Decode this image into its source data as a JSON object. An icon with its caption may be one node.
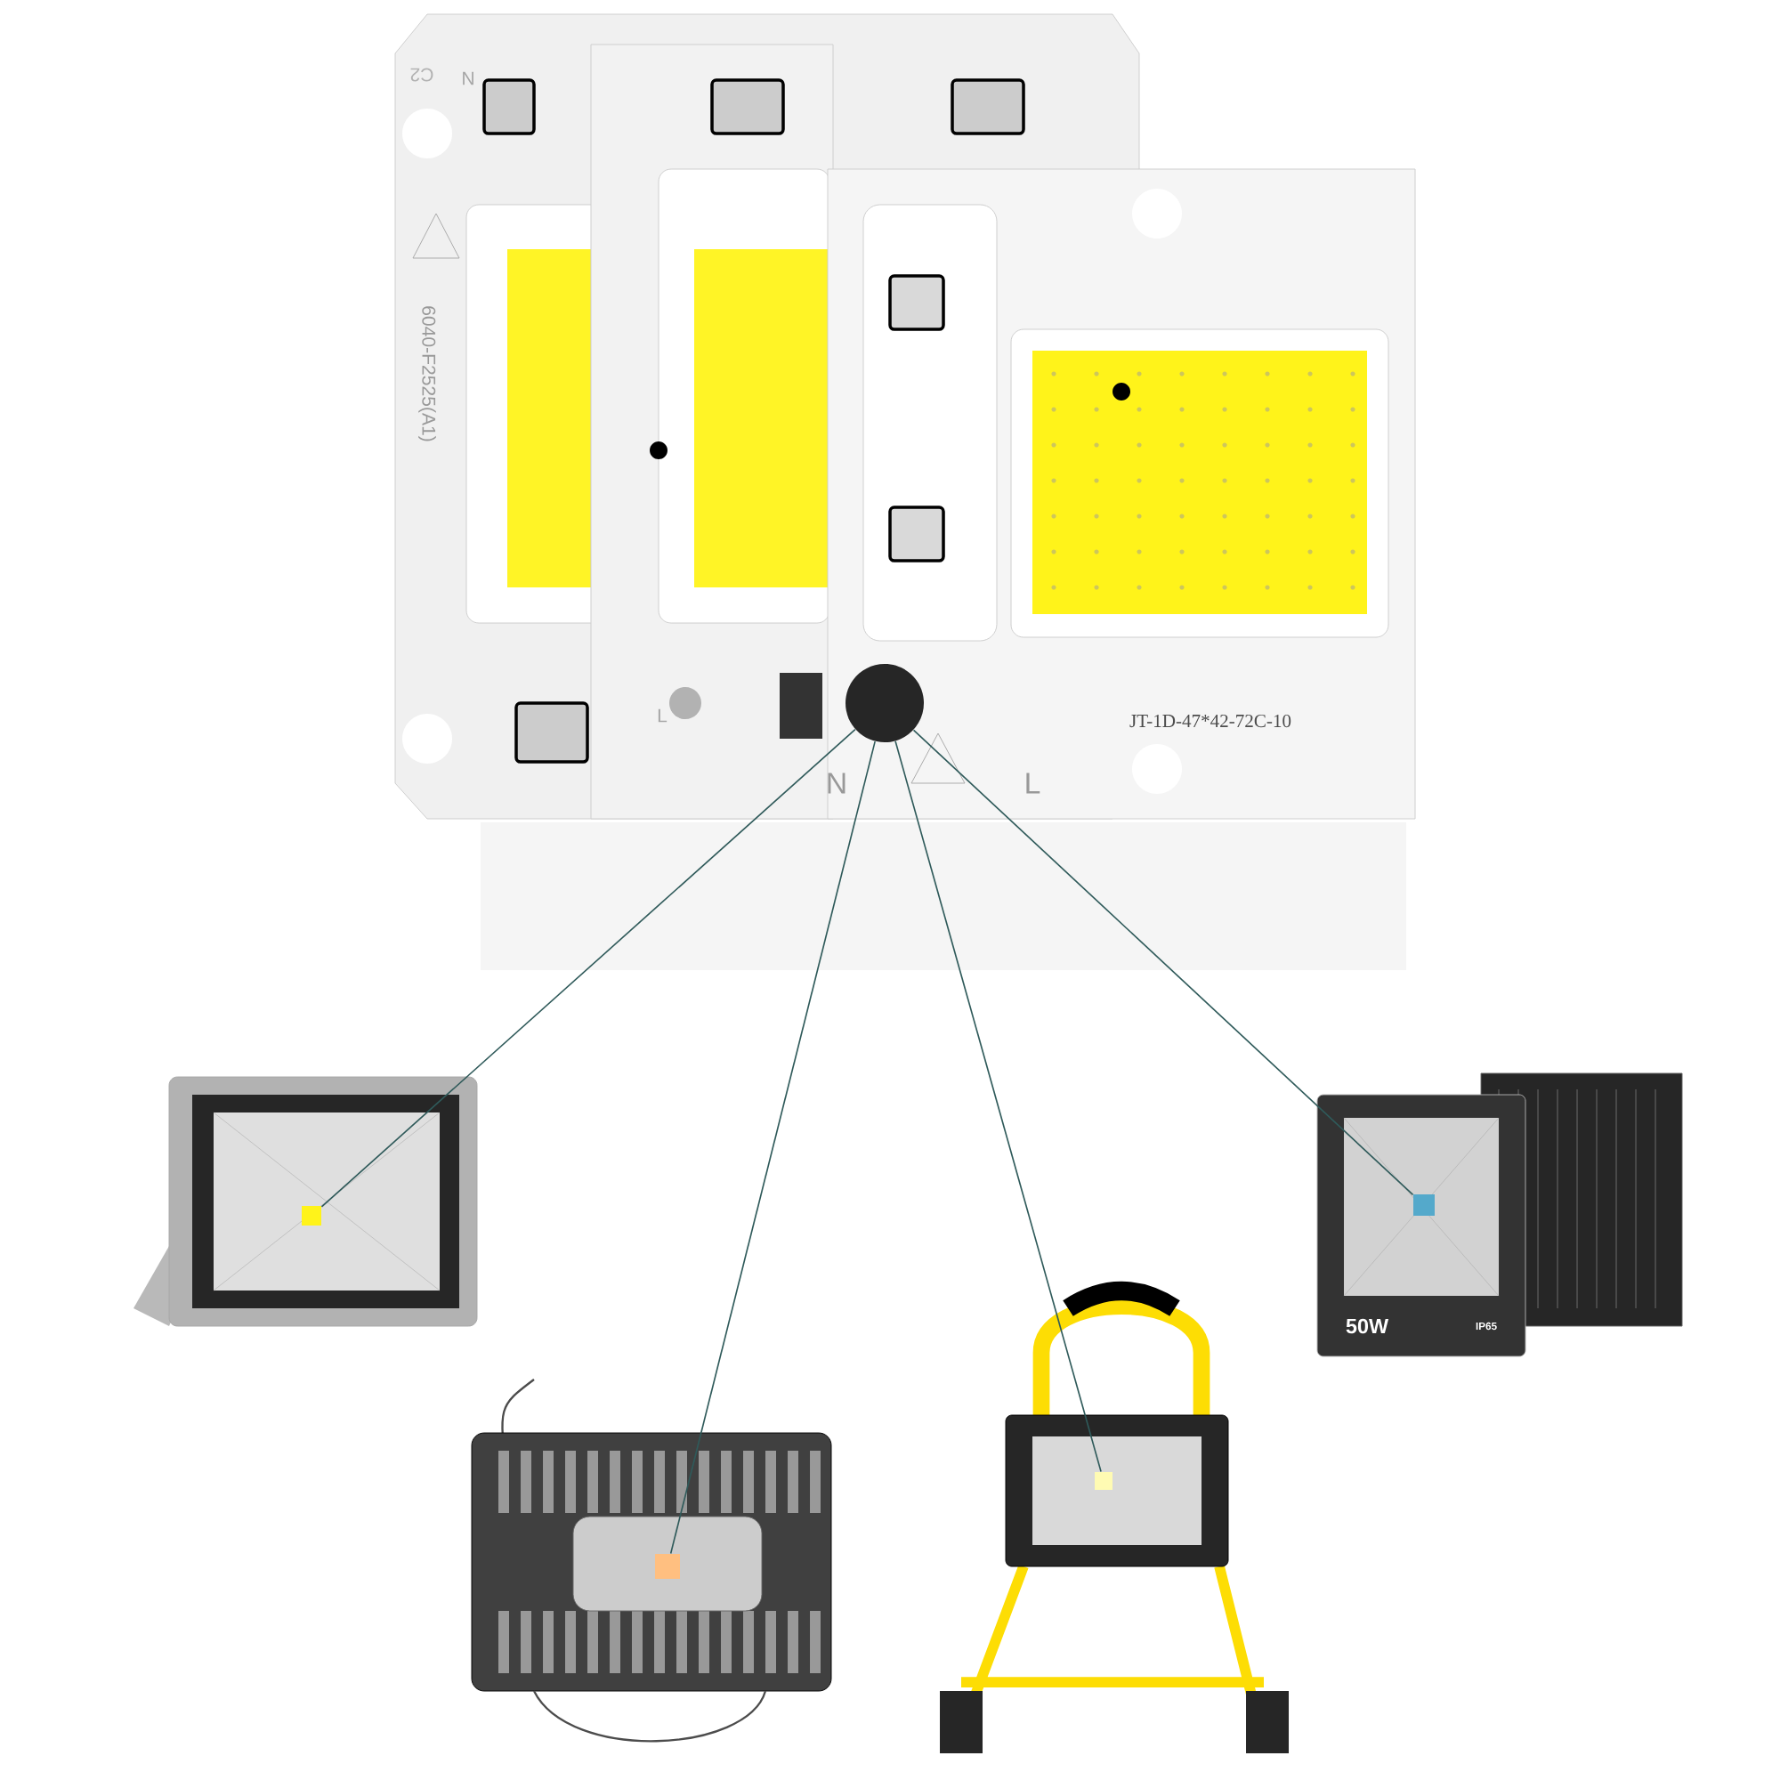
{
  "diagram": {
    "nodes": [
      {
        "text": [],
        "shape": "circle"
      },
      {
        "text": [],
        "shape": "box"
      },
      {
        "text": [],
        "shape": "box"
      },
      {
        "text": [],
        "shape": "box"
      },
      {
        "text": [],
        "shape": "box"
      }
    ],
    "edges": [
      {
        "from": 0,
        "to": 1,
        "arrow": "none"
      },
      {
        "from": 0,
        "to": 2,
        "arrow": "none"
      },
      {
        "from": 0,
        "to": 3,
        "arrow": "none"
      },
      {
        "from": 0,
        "to": 4,
        "arrow": "none"
      }
    ],
    "labels": [
      "C2",
      "N",
      "6040-F2525(A1)",
      "L",
      "N",
      "L",
      "JT-1D-47*42-72C-10",
      "50W",
      "IP65"
    ]
  }
}
